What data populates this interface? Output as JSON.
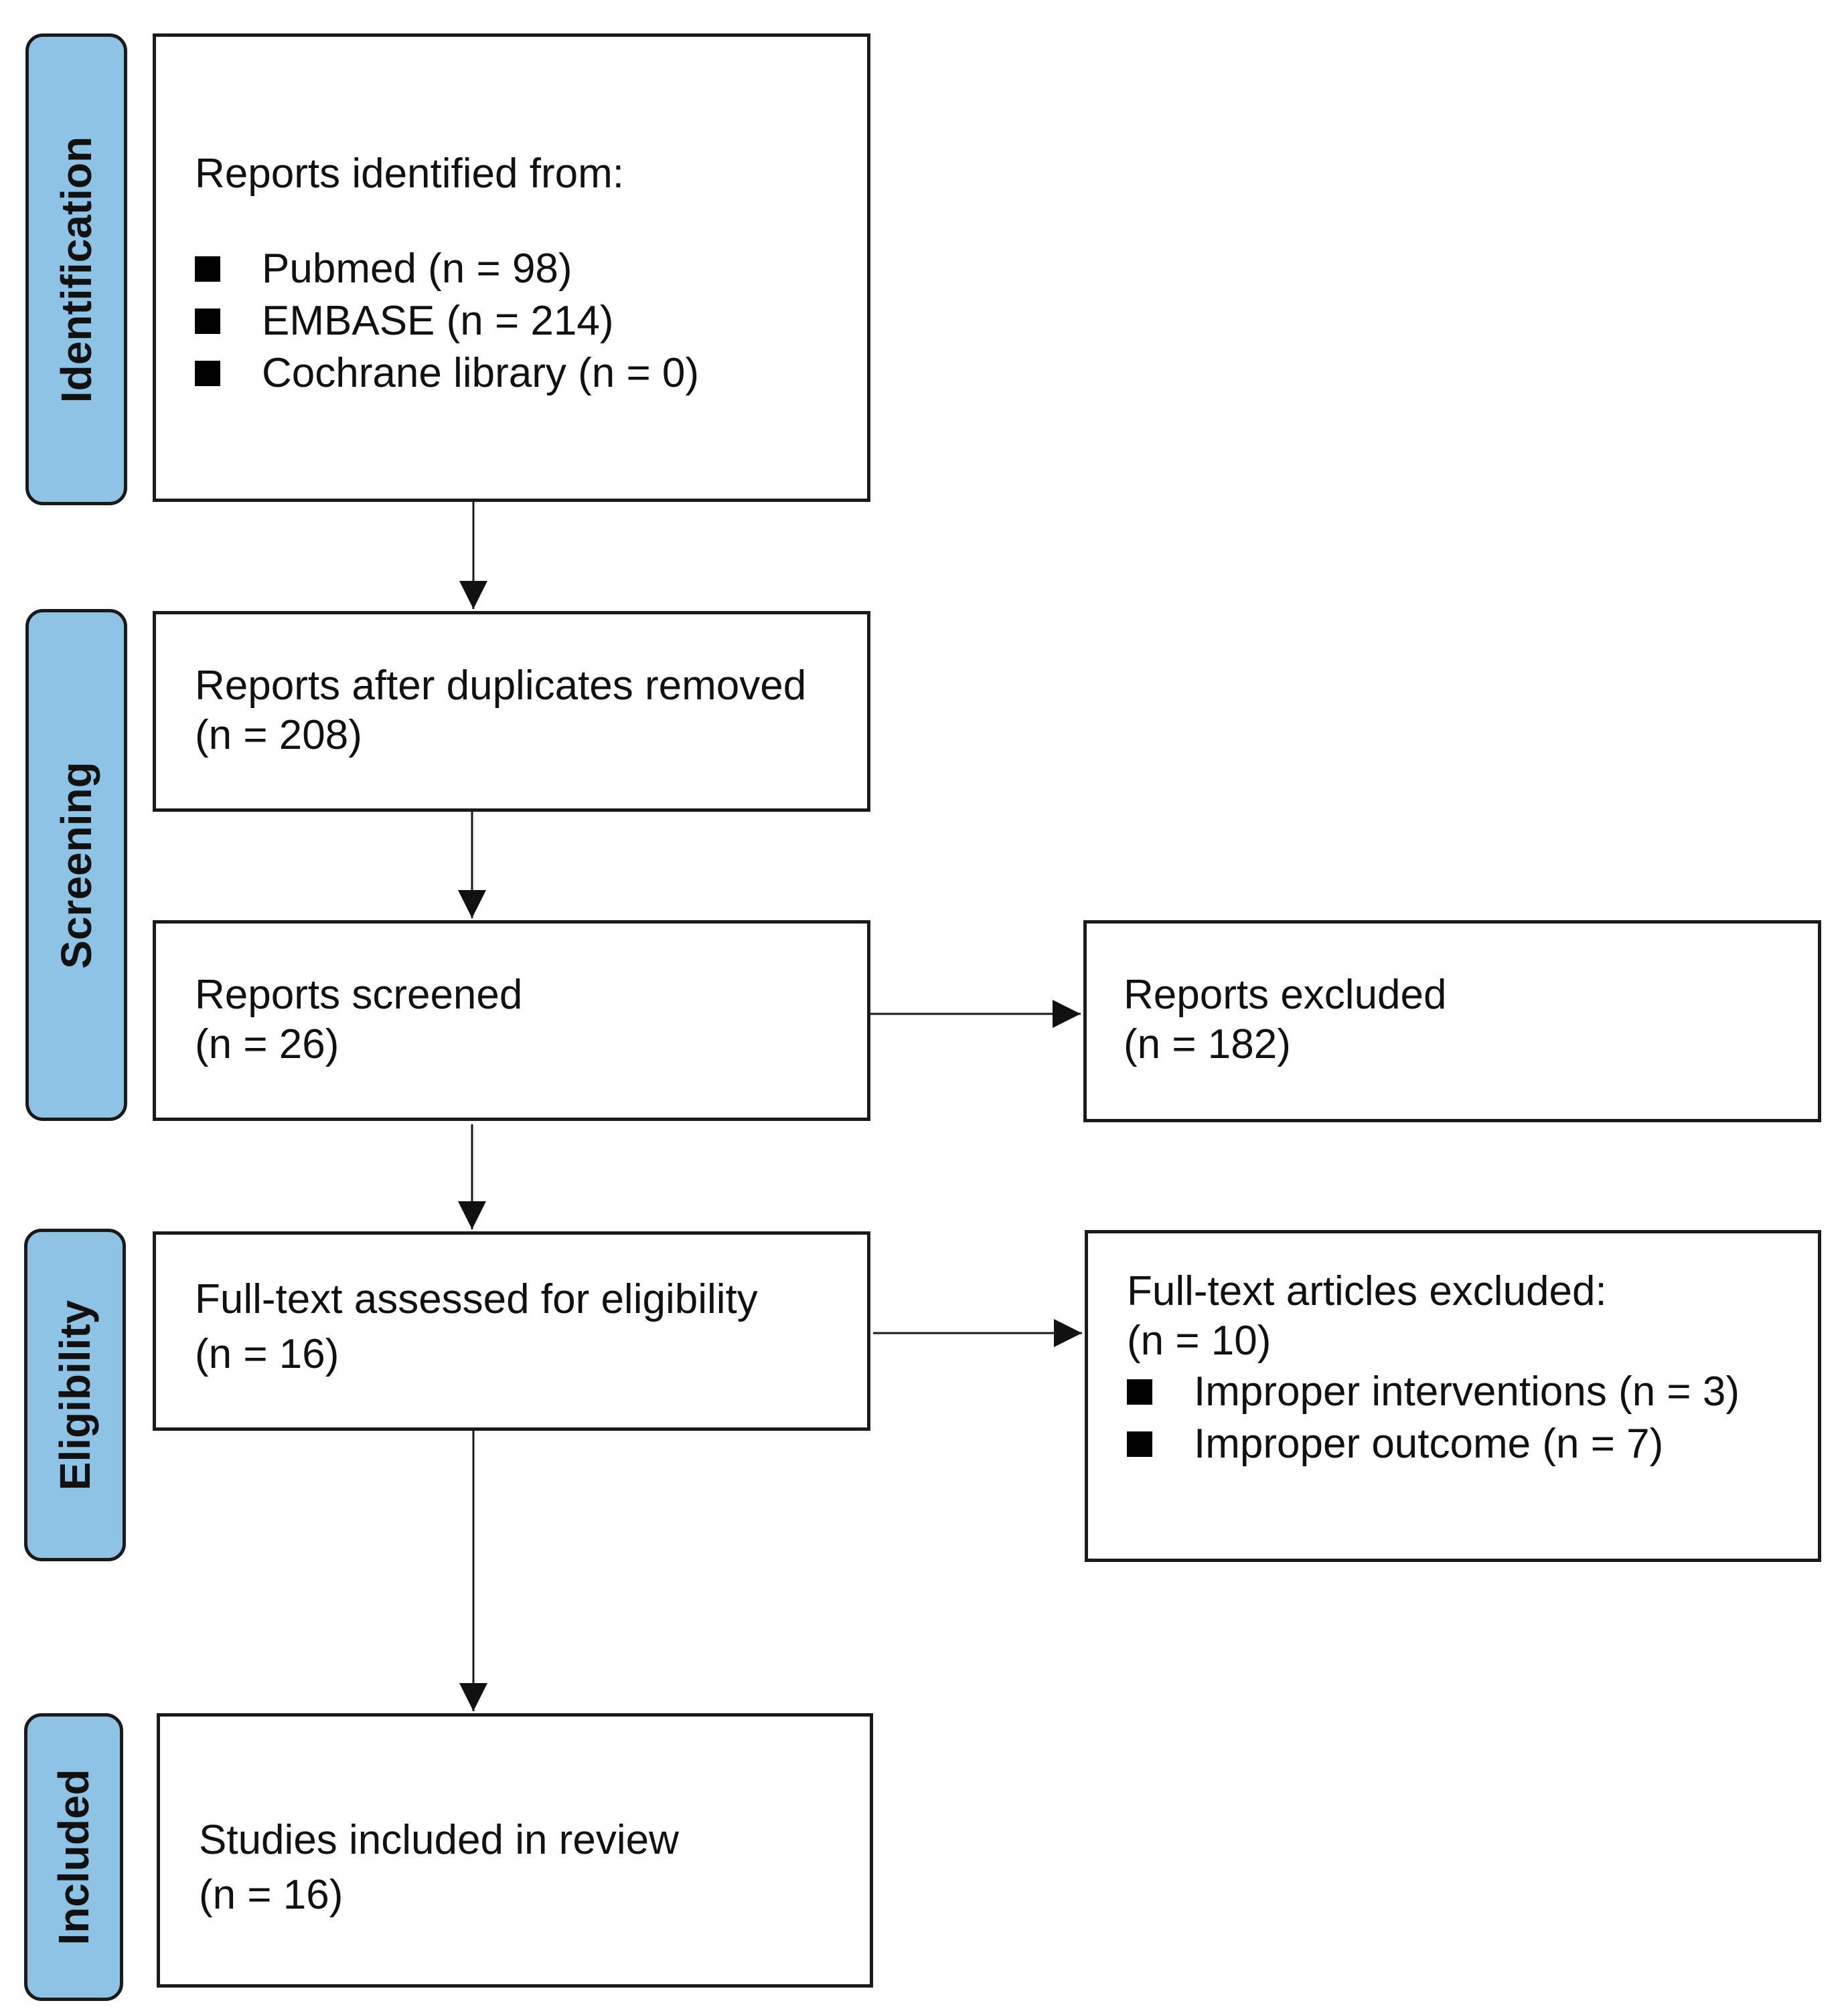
{
  "stages": {
    "identification": "Identification",
    "screening": "Screening",
    "eligibility": "Eligibility",
    "included": "Included"
  },
  "boxes": {
    "identified": {
      "title": "Reports identified  from:",
      "items": [
        "Pubmed (n = 98)",
        "EMBASE  (n = 214)",
        "Cochrane library (n = 0)"
      ]
    },
    "after_duplicates": {
      "line1": "Reports after duplicates  removed",
      "line2": "(n = 208)"
    },
    "screened": {
      "line1": "Reports screened",
      "line2": "(n = 26)"
    },
    "excluded": {
      "line1": "Reports excluded",
      "line2": "(n = 182)"
    },
    "fulltext": {
      "line1": "Full-text assessed for eligibility",
      "line2": "(n = 16)"
    },
    "fulltext_excluded": {
      "line1": "Full-text articles excluded:",
      "line2": "(n = 10)",
      "items": [
        "Improper interventions (n = 3)",
        "Improper outcome (n = 7)"
      ]
    },
    "included": {
      "line1": "Studies included in review",
      "line2": "(n = 16)"
    }
  },
  "colors": {
    "stage_fill": "#8fc3e6",
    "stroke": "#1a1a1a",
    "bullet": "#000000"
  }
}
